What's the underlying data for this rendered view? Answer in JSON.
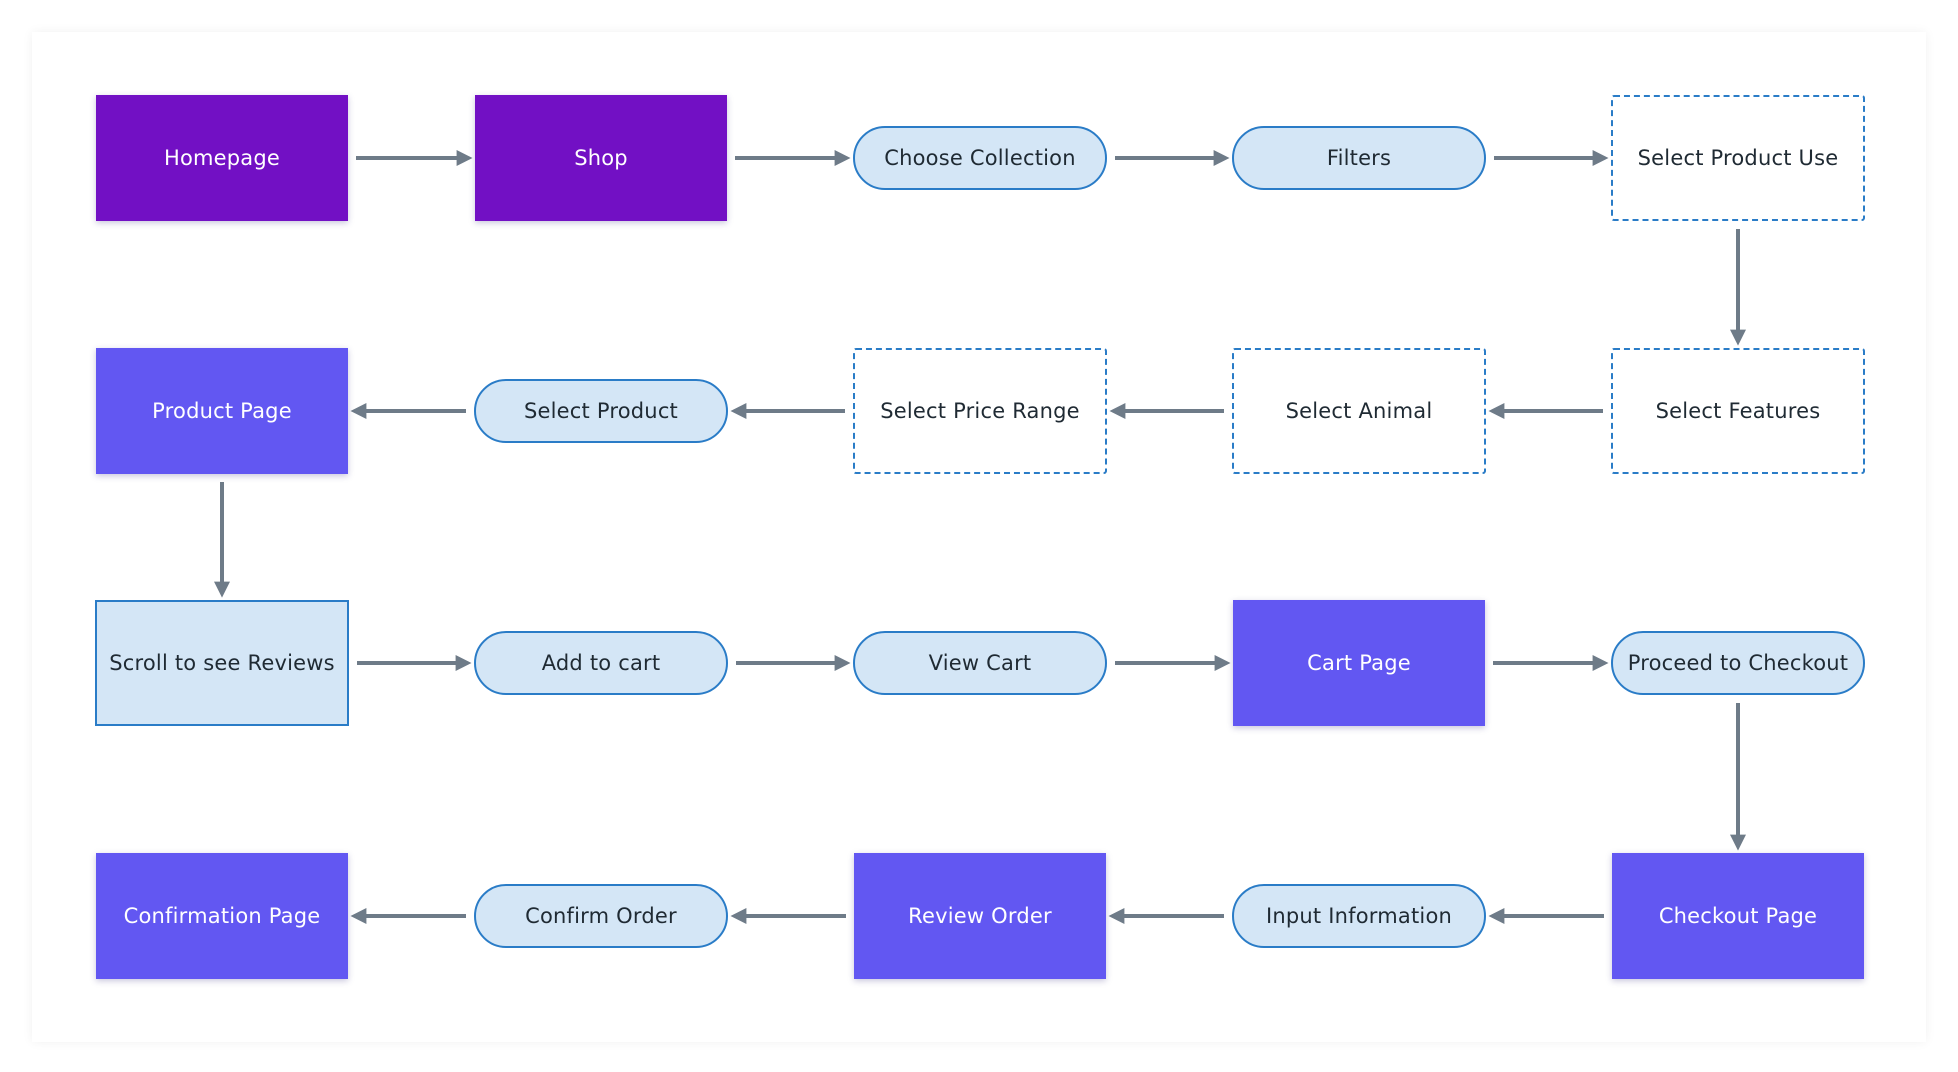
{
  "colors": {
    "page_primary": "#7210c4",
    "page_secondary": "#6257f2",
    "action_fill": "#d4e6f6",
    "outline": "#2a7cc7",
    "arrow": "#6e7b88"
  },
  "nodes": {
    "homepage": "Homepage",
    "shop": "Shop",
    "choose_collection": "Choose Collection",
    "filters": "Filters",
    "select_product_use": "Select Product Use",
    "select_features": "Select Features",
    "select_animal": "Select Animal",
    "select_price_range": "Select Price Range",
    "select_product": "Select Product",
    "product_page": "Product Page",
    "scroll_reviews": "Scroll to see Reviews",
    "add_to_cart": "Add to cart",
    "view_cart": "View Cart",
    "cart_page": "Cart Page",
    "proceed_checkout": "Proceed to Checkout",
    "checkout_page": "Checkout Page",
    "input_information": "Input Information",
    "review_order": "Review Order",
    "confirm_order": "Confirm Order",
    "confirmation_page": "Confirmation Page"
  },
  "edges": [
    [
      "homepage",
      "shop"
    ],
    [
      "shop",
      "choose_collection"
    ],
    [
      "choose_collection",
      "filters"
    ],
    [
      "filters",
      "select_product_use"
    ],
    [
      "select_product_use",
      "select_features"
    ],
    [
      "select_features",
      "select_animal"
    ],
    [
      "select_animal",
      "select_price_range"
    ],
    [
      "select_price_range",
      "select_product"
    ],
    [
      "select_product",
      "product_page"
    ],
    [
      "product_page",
      "scroll_reviews"
    ],
    [
      "scroll_reviews",
      "add_to_cart"
    ],
    [
      "add_to_cart",
      "view_cart"
    ],
    [
      "view_cart",
      "cart_page"
    ],
    [
      "cart_page",
      "proceed_checkout"
    ],
    [
      "proceed_checkout",
      "checkout_page"
    ],
    [
      "checkout_page",
      "input_information"
    ],
    [
      "input_information",
      "review_order"
    ],
    [
      "review_order",
      "confirm_order"
    ],
    [
      "confirm_order",
      "confirmation_page"
    ]
  ]
}
